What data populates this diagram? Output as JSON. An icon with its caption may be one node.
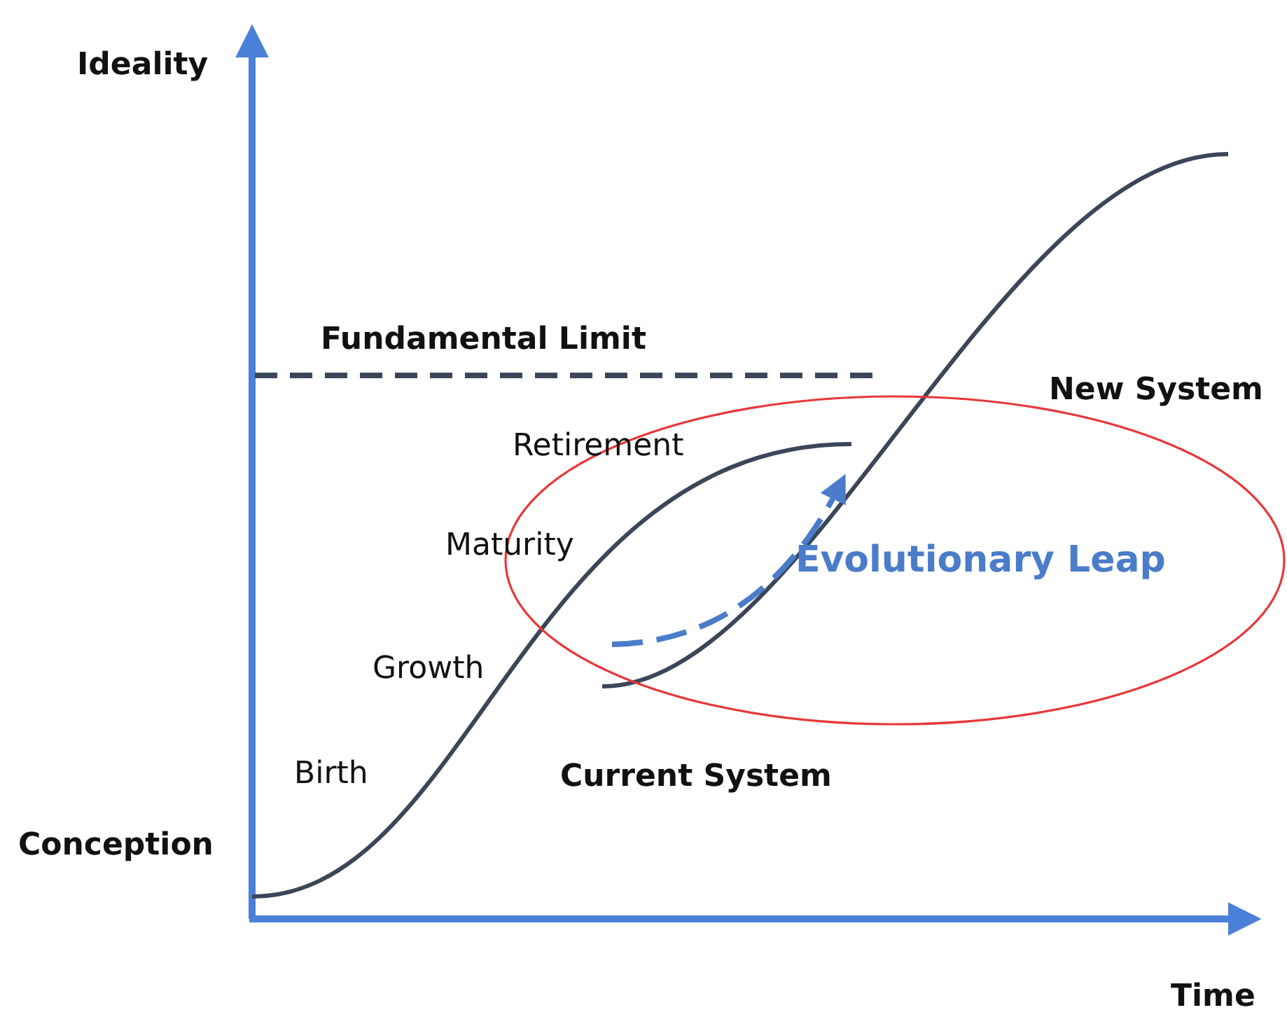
{
  "diagram": {
    "nodes": [
      {
        "text": [
          "Evolutionary Leap"
        ]
      }
    ],
    "edges": [],
    "labels": [
      "Ideality",
      "Fundamental Limit",
      "New System",
      "Retirement",
      "Maturity",
      "Growth",
      "Birth",
      "Current System",
      "Conception",
      "Time"
    ]
  }
}
